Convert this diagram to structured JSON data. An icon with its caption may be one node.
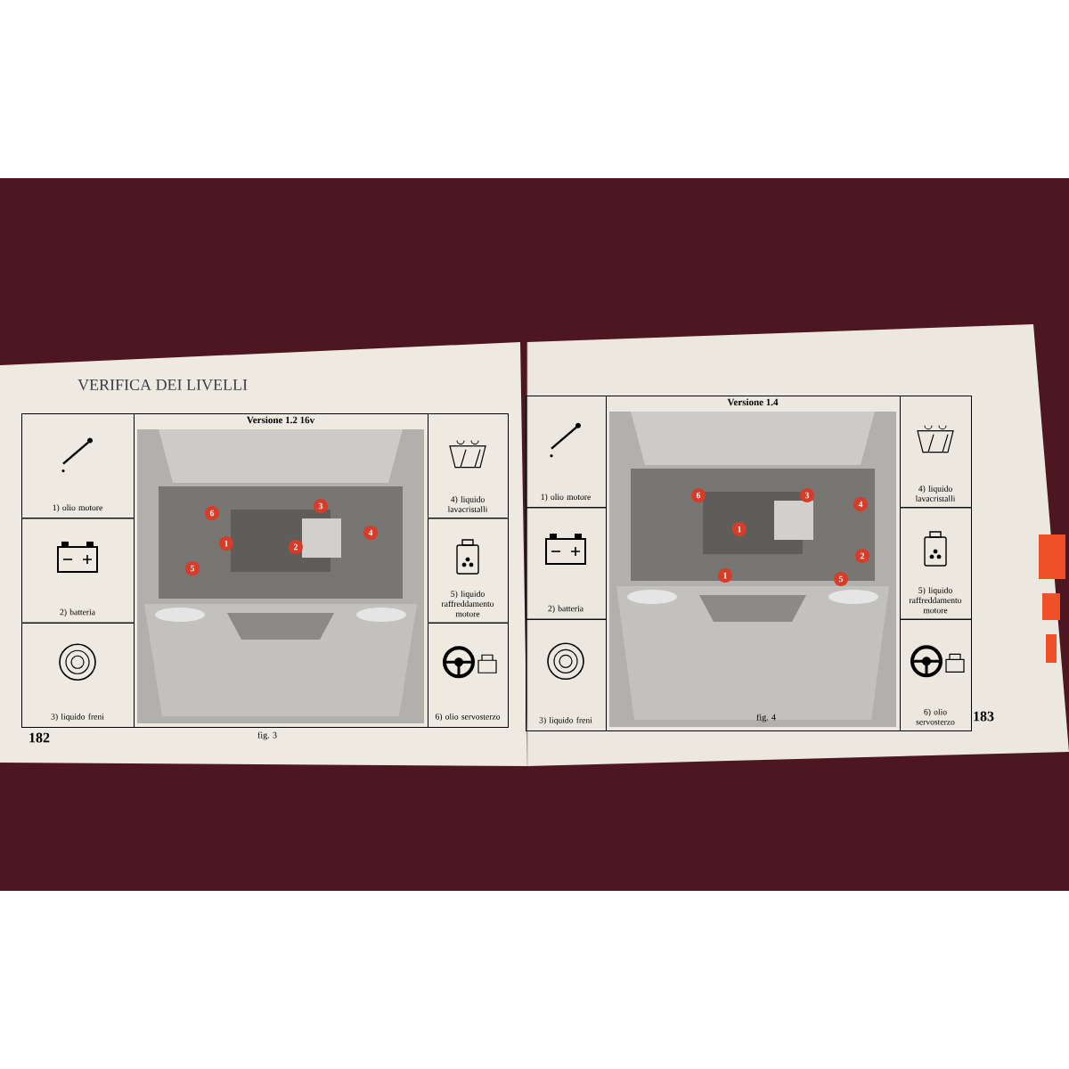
{
  "diagram": {
    "nodes": [
      {
        "text": [
          "Versione 1.2 16v"
        ]
      },
      {
        "text": [
          "1) olio motore"
        ]
      },
      {
        "text": [
          "2) batteria"
        ]
      },
      {
        "text": [
          "3) liquido freni"
        ]
      },
      {
        "text": [
          "4) liquido lavacristalli"
        ]
      },
      {
        "text": [
          "5) liquido raffreddamento motore"
        ]
      },
      {
        "text": [
          "6) olio servosterzo"
        ]
      },
      {
        "text": [
          "Versione 1.4"
        ]
      },
      {
        "text": [
          "1) olio motore"
        ]
      },
      {
        "text": [
          "2) batteria"
        ]
      },
      {
        "text": [
          "3) liquido freni"
        ]
      },
      {
        "text": [
          "4) liquido lavacristalli"
        ]
      },
      {
        "text": [
          "5) liquido raffreddamento motore"
        ]
      },
      {
        "text": [
          "6) olio servosterzo"
        ]
      }
    ],
    "labels": [
      "VERIFICA DEI LIVELLI",
      "3",
      "6",
      "4",
      "1",
      "2",
      "5",
      "182",
      "fig. 3",
      "6",
      "3",
      "4",
      "1",
      "2",
      "1",
      "5",
      "fig. 4",
      "183"
    ]
  }
}
